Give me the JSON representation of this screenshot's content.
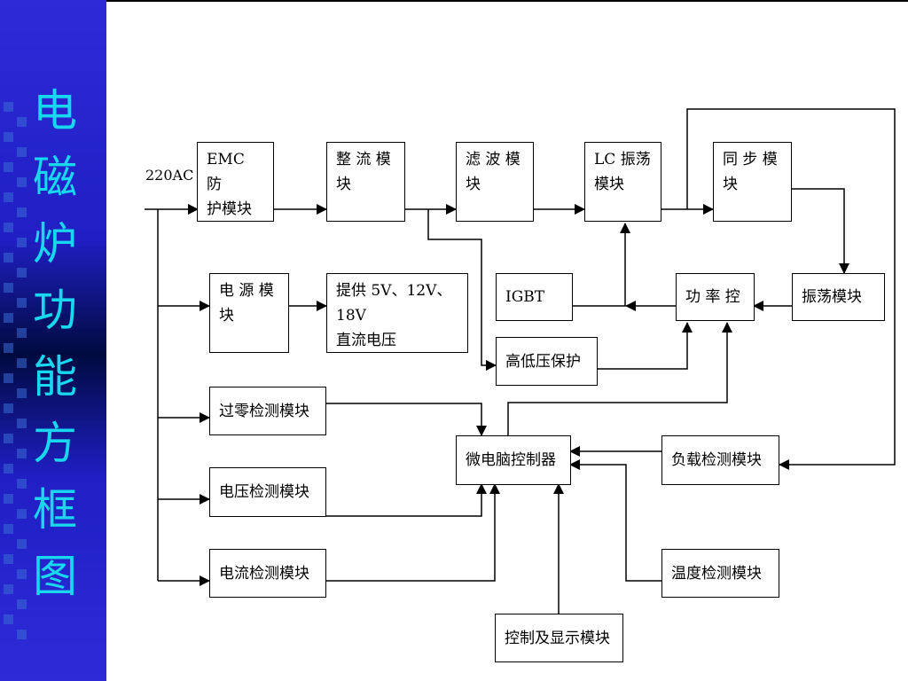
{
  "slide": {
    "title_chars": [
      "电",
      "磁",
      "炉",
      "功",
      "能",
      "方",
      "框",
      "图"
    ],
    "title_color": "#19d7ef",
    "sidebar_color": "#2d2bd8"
  },
  "diagram": {
    "input_label": "220AC",
    "blocks": {
      "emc": "EMC 防\n护模块",
      "rectifier": "整 流 模\n块",
      "filter": "滤 波 模\n块",
      "lc": "LC 振荡\n模块",
      "sync": "同 步 模\n块",
      "power_supply": "电 源 模\n块",
      "supply_out": "提供 5V、12V、18V\n直流电压",
      "igbt": "IGBT",
      "power_ctrl": "功 率 控",
      "oscillate": "振荡模块",
      "hv_lv_protect": "高低压保护",
      "zero_cross": "过零检测模块",
      "mcu": "微电脑控制器",
      "load_detect": "负载检测模块",
      "voltage_detect": "电压检测模块",
      "current_detect": "电流检测模块",
      "temp_detect": "温度检测模块",
      "display": "控制及显示模块"
    }
  }
}
